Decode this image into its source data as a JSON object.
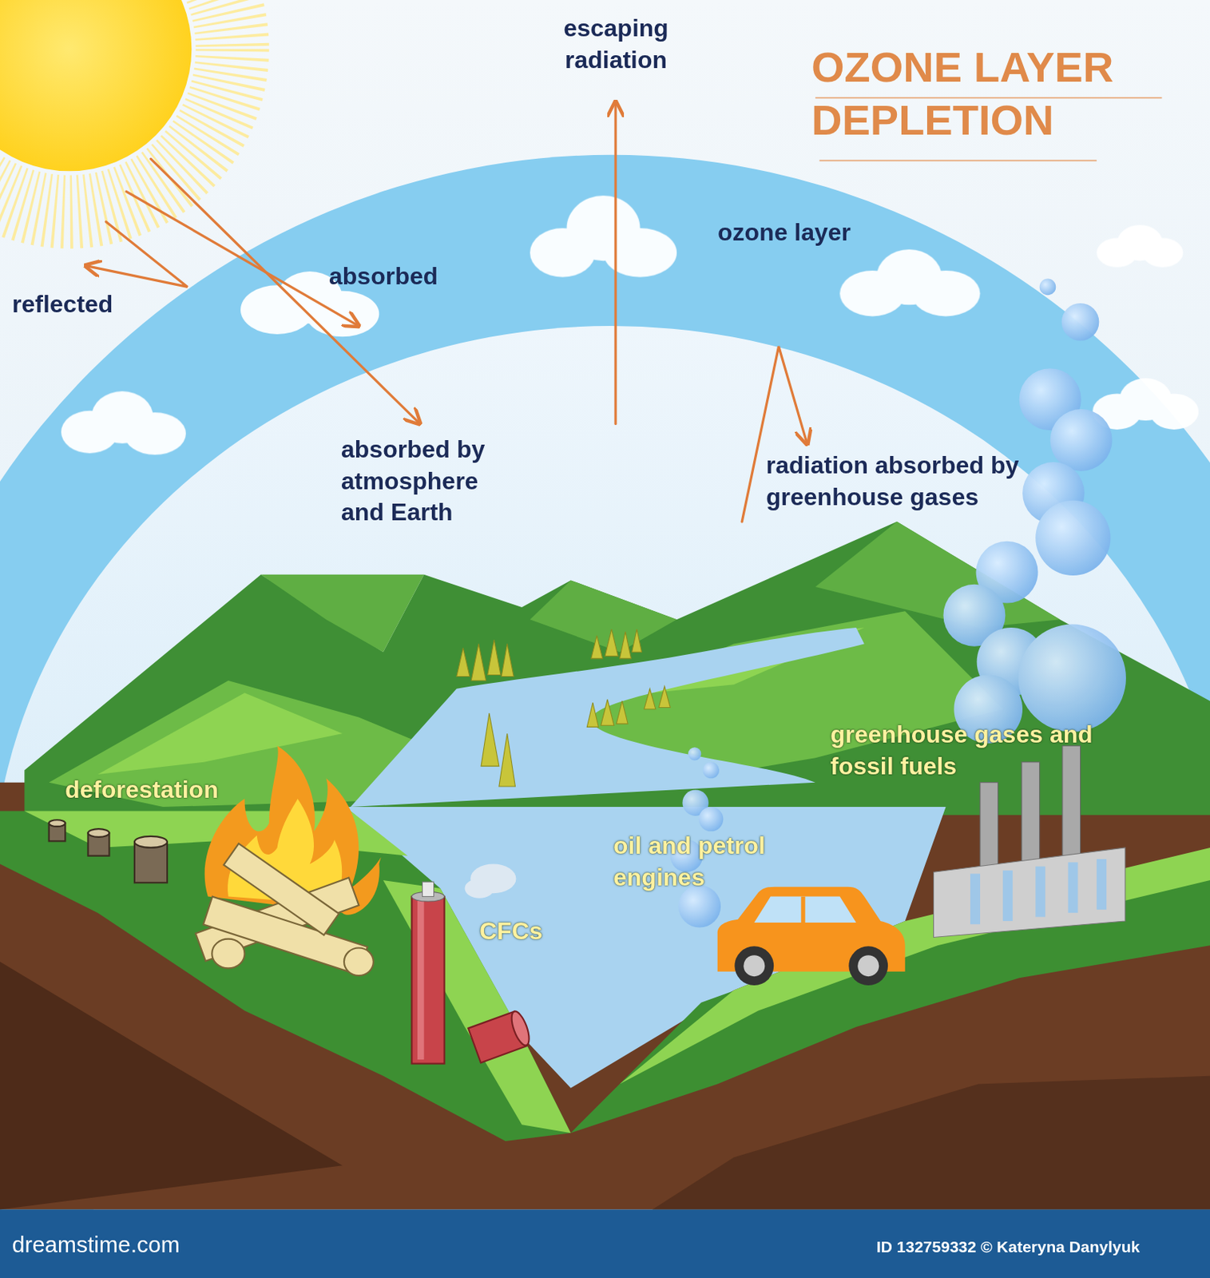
{
  "diagram": {
    "title": "OZONE LAYER DEPLETION",
    "labels": [
      "escaping radiation",
      "reflected",
      "absorbed",
      "ozone layer",
      "absorbed by atmosphere and Earth",
      "radiation absorbed by greenhouse gases",
      "deforestation",
      "greenhouse gases and fossil fuels",
      "oil and petrol engines",
      "CFCs",
      "dreamstime.com",
      "ID 132759332 © Kateryna Danylyuk"
    ]
  }
}
